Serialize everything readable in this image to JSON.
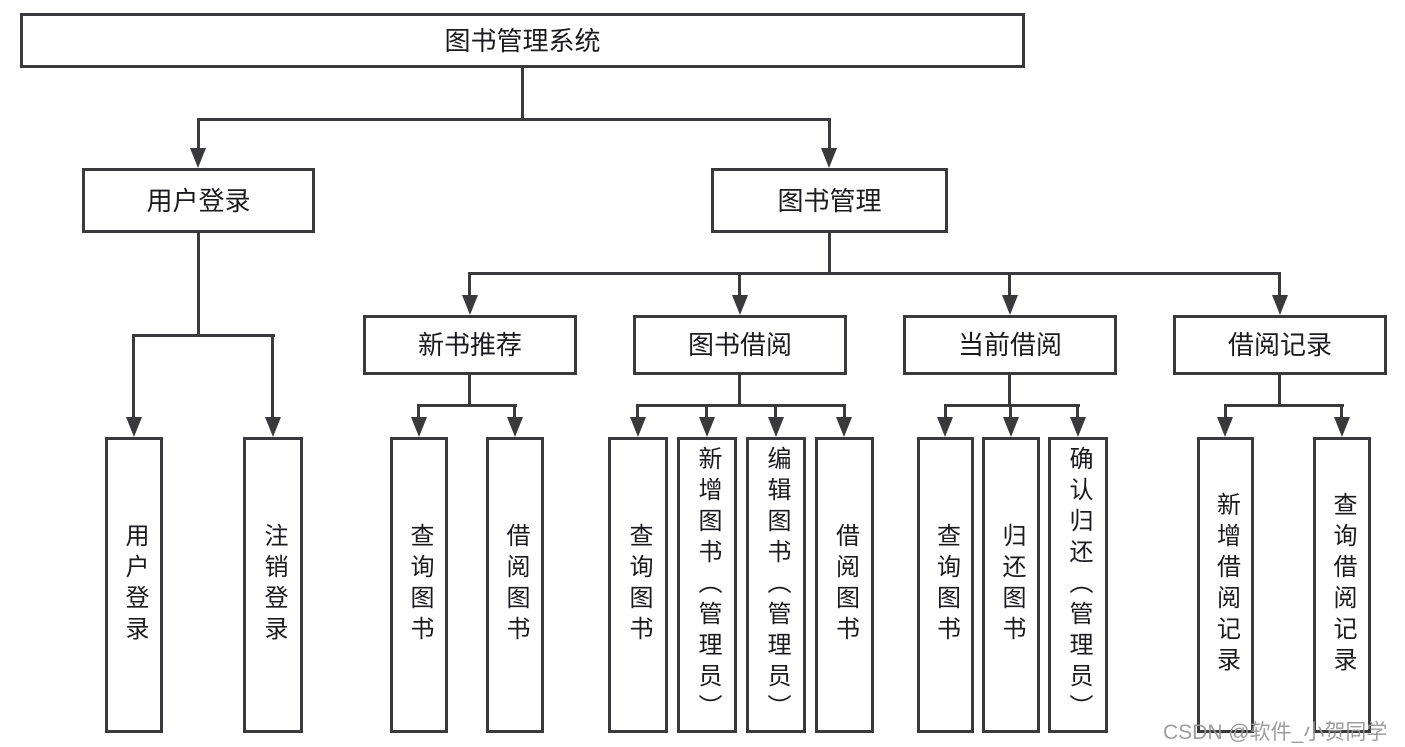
{
  "diagram": {
    "root": {
      "label": "图书管理系统"
    },
    "branches": [
      {
        "label": "用户登录",
        "leaves": [
          {
            "label": "用户登录"
          },
          {
            "label": "注销登录"
          }
        ]
      },
      {
        "label": "图书管理",
        "groups": [
          {
            "label": "新书推荐",
            "leaves": [
              {
                "label": "查询图书"
              },
              {
                "label": "借阅图书"
              }
            ]
          },
          {
            "label": "图书借阅",
            "leaves": [
              {
                "label": "查询图书"
              },
              {
                "label": "新增图书（管理员）"
              },
              {
                "label": "编辑图书（管理员）"
              },
              {
                "label": "借阅图书"
              }
            ]
          },
          {
            "label": "当前借阅",
            "leaves": [
              {
                "label": "查询图书"
              },
              {
                "label": "归还图书"
              },
              {
                "label": "确认归还（管理员）"
              }
            ]
          },
          {
            "label": "借阅记录",
            "leaves": [
              {
                "label": "新增借阅记录"
              },
              {
                "label": "查询借阅记录"
              }
            ]
          }
        ]
      }
    ],
    "watermark": "CSDN @软件_小贺同学",
    "colors": {
      "line": "#3a3a3c",
      "text": "#1b1b1f",
      "watermark": "#989898",
      "background": "#ffffff"
    }
  }
}
